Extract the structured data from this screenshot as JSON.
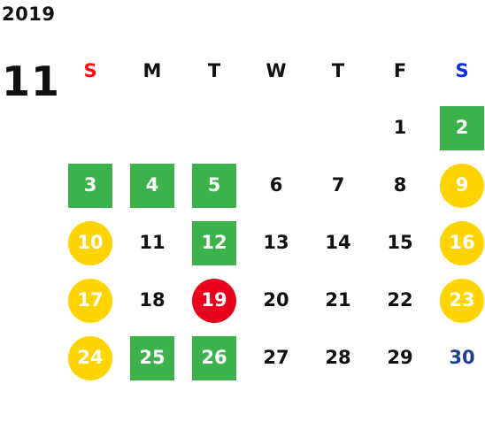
{
  "year": "2019",
  "month": "11",
  "weekdays": [
    "S",
    "M",
    "T",
    "W",
    "T",
    "F",
    "S"
  ],
  "weeks": [
    [
      {
        "day": ""
      },
      {
        "day": ""
      },
      {
        "day": ""
      },
      {
        "day": ""
      },
      {
        "day": ""
      },
      {
        "day": "1",
        "style": "plain"
      },
      {
        "day": "2",
        "style": "green"
      }
    ],
    [
      {
        "day": "3",
        "style": "green"
      },
      {
        "day": "4",
        "style": "green"
      },
      {
        "day": "5",
        "style": "green"
      },
      {
        "day": "6",
        "style": "plain"
      },
      {
        "day": "7",
        "style": "plain"
      },
      {
        "day": "8",
        "style": "plain"
      },
      {
        "day": "9",
        "style": "yellow"
      }
    ],
    [
      {
        "day": "10",
        "style": "yellow"
      },
      {
        "day": "11",
        "style": "plain"
      },
      {
        "day": "12",
        "style": "green"
      },
      {
        "day": "13",
        "style": "plain"
      },
      {
        "day": "14",
        "style": "plain"
      },
      {
        "day": "15",
        "style": "plain"
      },
      {
        "day": "16",
        "style": "yellow"
      }
    ],
    [
      {
        "day": "17",
        "style": "yellow"
      },
      {
        "day": "18",
        "style": "plain"
      },
      {
        "day": "19",
        "style": "red"
      },
      {
        "day": "20",
        "style": "plain"
      },
      {
        "day": "21",
        "style": "plain"
      },
      {
        "day": "22",
        "style": "plain"
      },
      {
        "day": "23",
        "style": "yellow"
      }
    ],
    [
      {
        "day": "24",
        "style": "yellow"
      },
      {
        "day": "25",
        "style": "green"
      },
      {
        "day": "26",
        "style": "green"
      },
      {
        "day": "27",
        "style": "plain"
      },
      {
        "day": "28",
        "style": "plain"
      },
      {
        "day": "29",
        "style": "plain"
      },
      {
        "day": "30",
        "style": "blue-text"
      }
    ]
  ],
  "colors": {
    "sunday_header": "#ff1010",
    "saturday_header": "#0a2ee0",
    "green_marker": "#3bb24a",
    "yellow_marker": "#ffd400",
    "red_marker": "#e8001c",
    "blue_text": "#1f3f91"
  }
}
